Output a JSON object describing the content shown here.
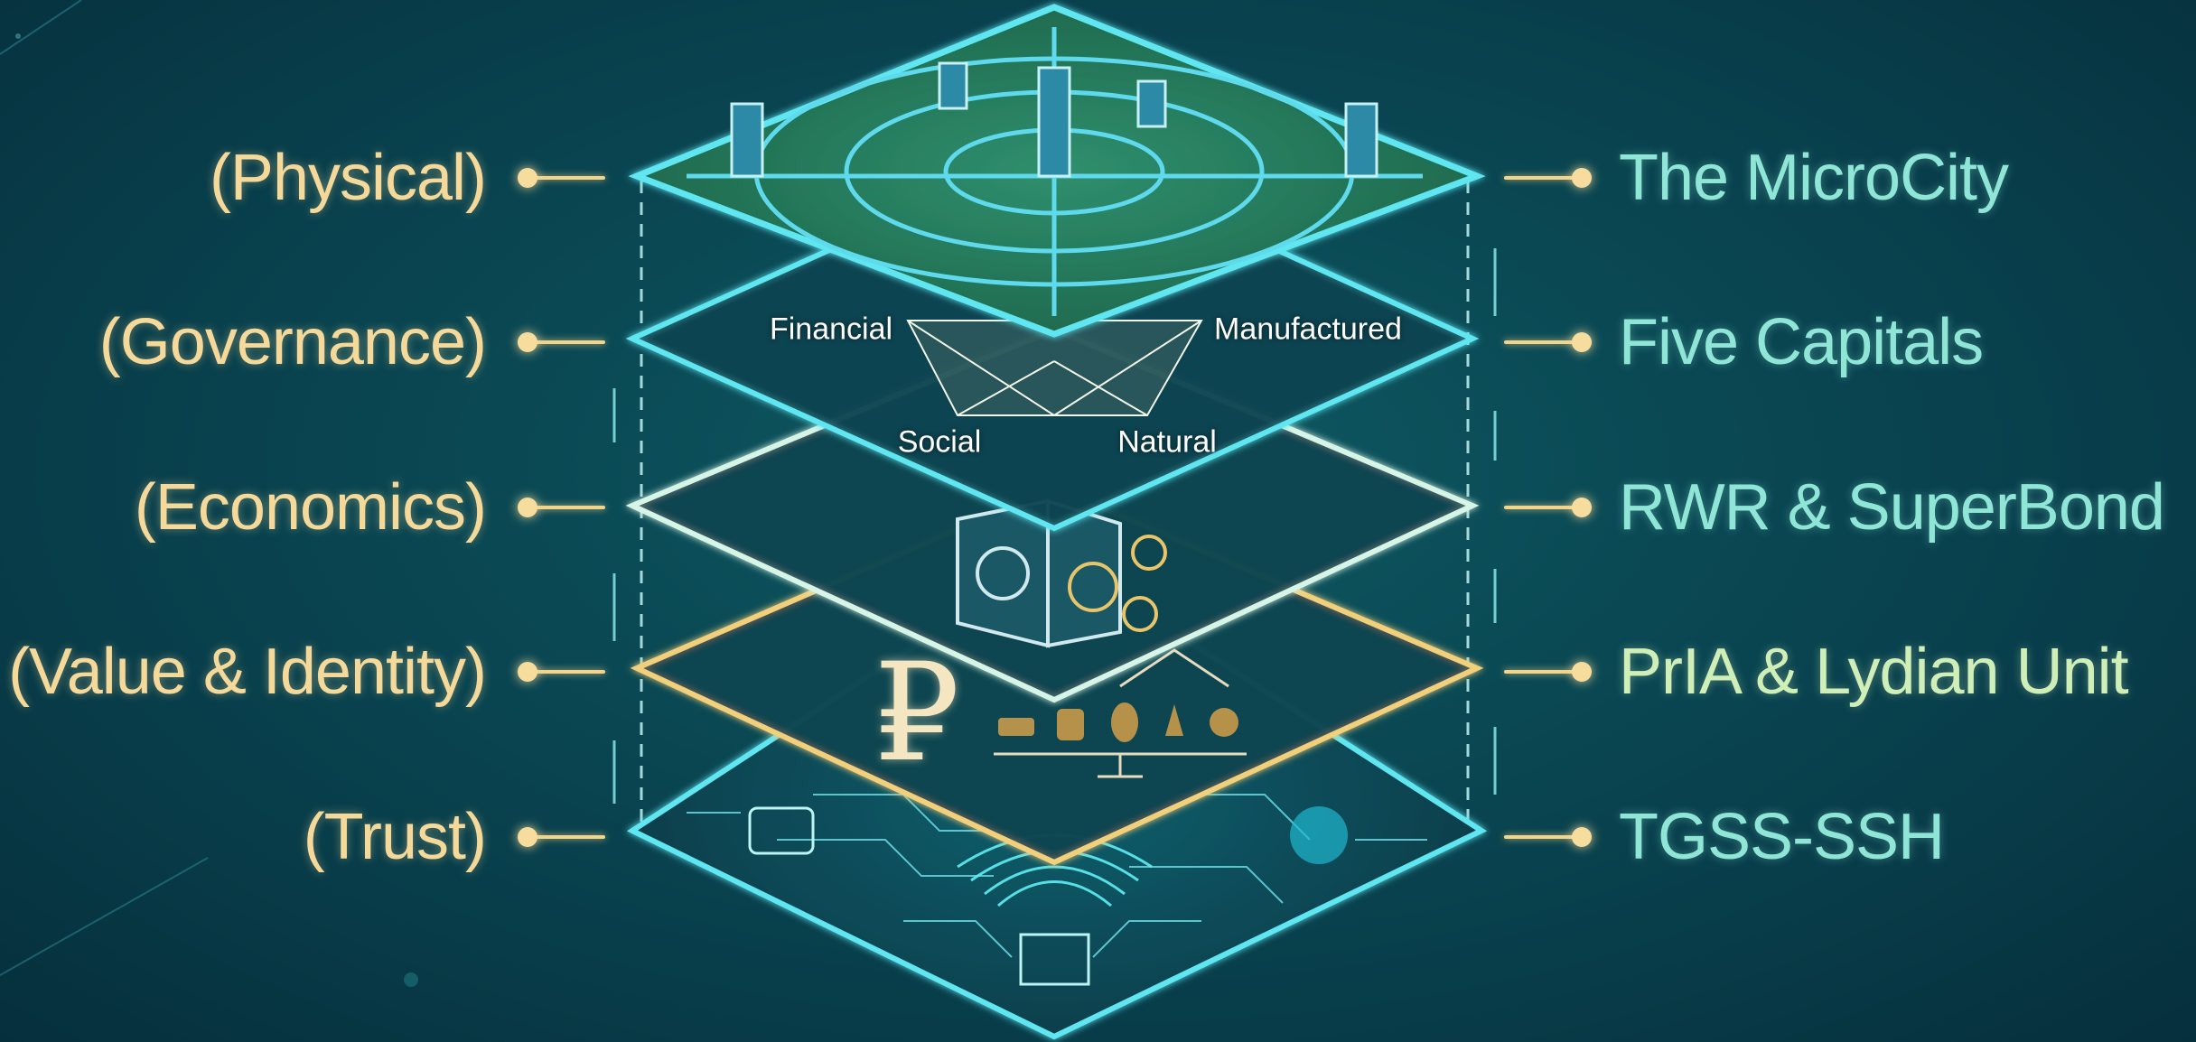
{
  "layers": [
    {
      "left": "(Physical)",
      "right": "The MicroCity"
    },
    {
      "left": "(Governance)",
      "right": "Five Capitals"
    },
    {
      "left": "(Economics)",
      "right": "RWR & SuperBond"
    },
    {
      "left": "(Value & Identity)",
      "right": "PrIA & Lydian Unit"
    },
    {
      "left": "(Trust)",
      "right": "TGSS-SSH"
    }
  ],
  "capitals": {
    "financial": "Financial",
    "manufactured": "Manufactured",
    "social": "Social",
    "natural": "Natural"
  },
  "currency_symbol": "₽",
  "colors": {
    "left_labels": "#f5d99a",
    "right_labels": [
      "#8fe6d6",
      "#8fe6d6",
      "#8fe6d6",
      "#cfeeb8",
      "#8fe6d6"
    ],
    "plane_cyan": "#5fe6f0",
    "plane_pale": "#d6f5e6",
    "plane_gold": "#f2cf7a",
    "connector": "#f2d48a"
  }
}
